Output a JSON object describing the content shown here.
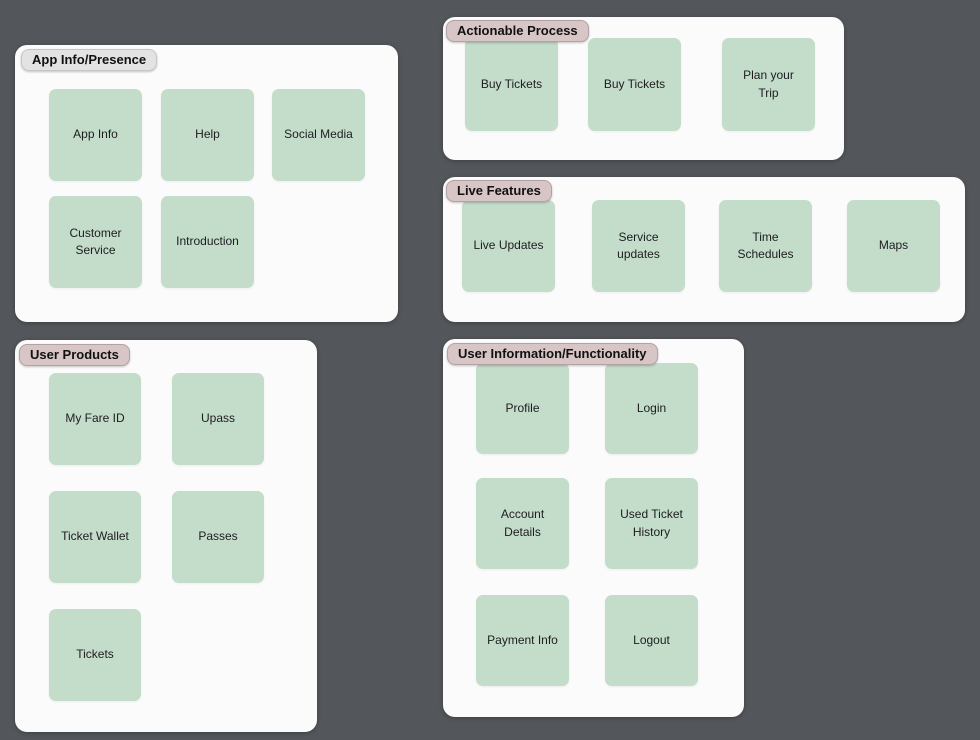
{
  "colors": {
    "background": "#53565a",
    "panel": "#fbfbfb",
    "card": "#c4dcca",
    "label_gray": "#e4e3e3",
    "label_pink": "#d8c6c7",
    "text_dark": "#1d1d1f"
  },
  "board": {
    "groups": [
      {
        "label": "App Info/Presence",
        "cards": [
          "App Info",
          "Help",
          "Social Media",
          "Customer Service",
          "Introduction"
        ]
      },
      {
        "label": "Actionable Process",
        "cards": [
          "Buy Tickets",
          "Buy Tickets",
          "Plan your Trip"
        ]
      },
      {
        "label": "Live Features",
        "cards": [
          "Live Updates",
          "Service updates",
          "Time Schedules",
          "Maps"
        ]
      },
      {
        "label": "User Products",
        "cards": [
          "My Fare ID",
          "Upass",
          "Ticket Wallet",
          "Passes",
          "Tickets"
        ]
      },
      {
        "label": "User Information/Functionality",
        "cards": [
          "Profile",
          "Login",
          "Account Details",
          "Used Ticket History",
          "Payment Info",
          "Logout"
        ]
      }
    ]
  }
}
